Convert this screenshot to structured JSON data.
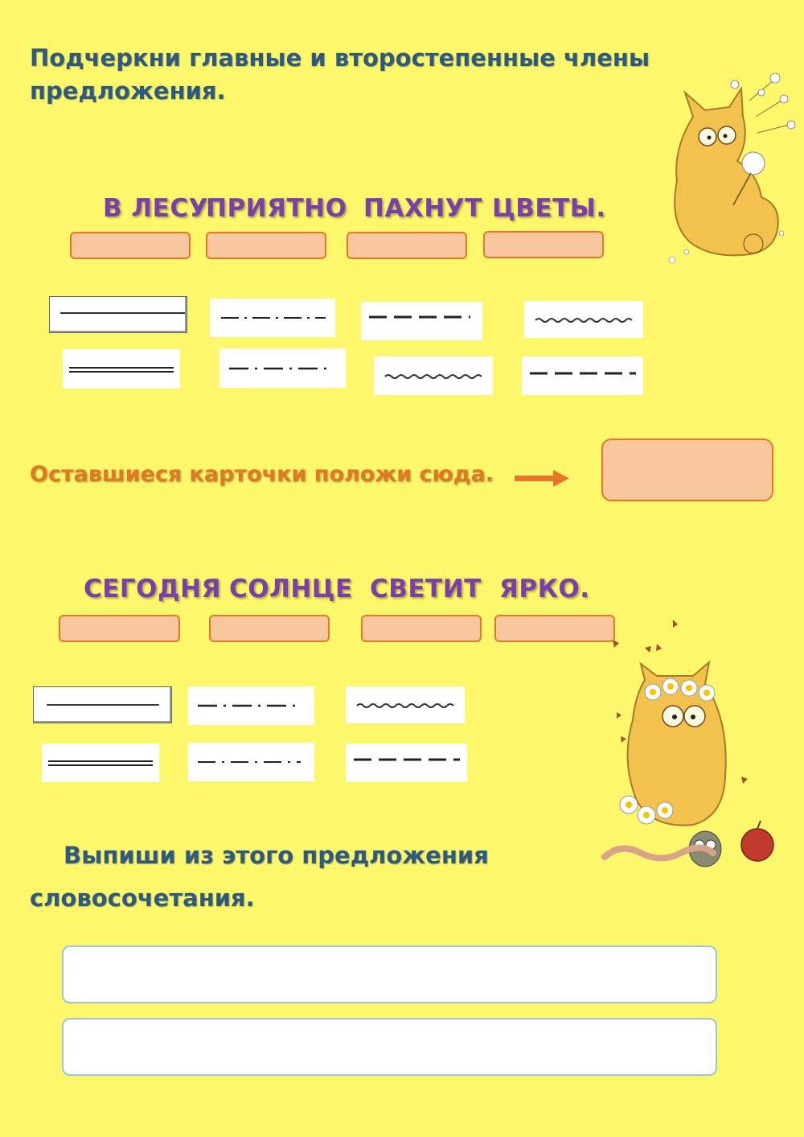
{
  "task1": {
    "title_line1": "Подчеркни главные и второстепенные члены",
    "title_line2": "предложения.",
    "sentence1_words": [
      "В ЛЕСУ",
      "ПРИЯТНО",
      "ПАХНУТ",
      "ЦВЕТЫ."
    ],
    "sentence2_words": [
      "СЕГОДНЯ",
      "СОЛНЦЕ",
      "СВЕТИТ",
      "ЯРКО."
    ],
    "leftover_hint": "Оставшиеся карточки положи сюда."
  },
  "task2": {
    "title_line1": "Выпиши из этого предложения",
    "title_line2": "словосочетания.",
    "answer1_value": "",
    "answer2_value": ""
  },
  "cards": {
    "set1": [
      "subject-line",
      "adverbial-dash-dot",
      "object-dashed",
      "predicate-wavy",
      "predicate-double",
      "adverbial-dash-dot",
      "attribute-wavy",
      "object-dashed"
    ],
    "set2": [
      "subject-line",
      "adverbial-dash-dot",
      "attribute-wavy",
      "predicate-double",
      "adverbial-dash-dot",
      "object-dashed"
    ]
  },
  "colors": {
    "background": "#fdf76b",
    "heading": "#2e5a7f",
    "words": "#7a3fa8",
    "slot_fill": "#f9c79e",
    "slot_border": "#e8762a",
    "hint": "#e07a1f",
    "answer_border": "#9ec3e0"
  },
  "icons": [
    "cat-with-dandelion-illustration",
    "cat-with-flowers-illustration",
    "arrow-right-icon"
  ]
}
